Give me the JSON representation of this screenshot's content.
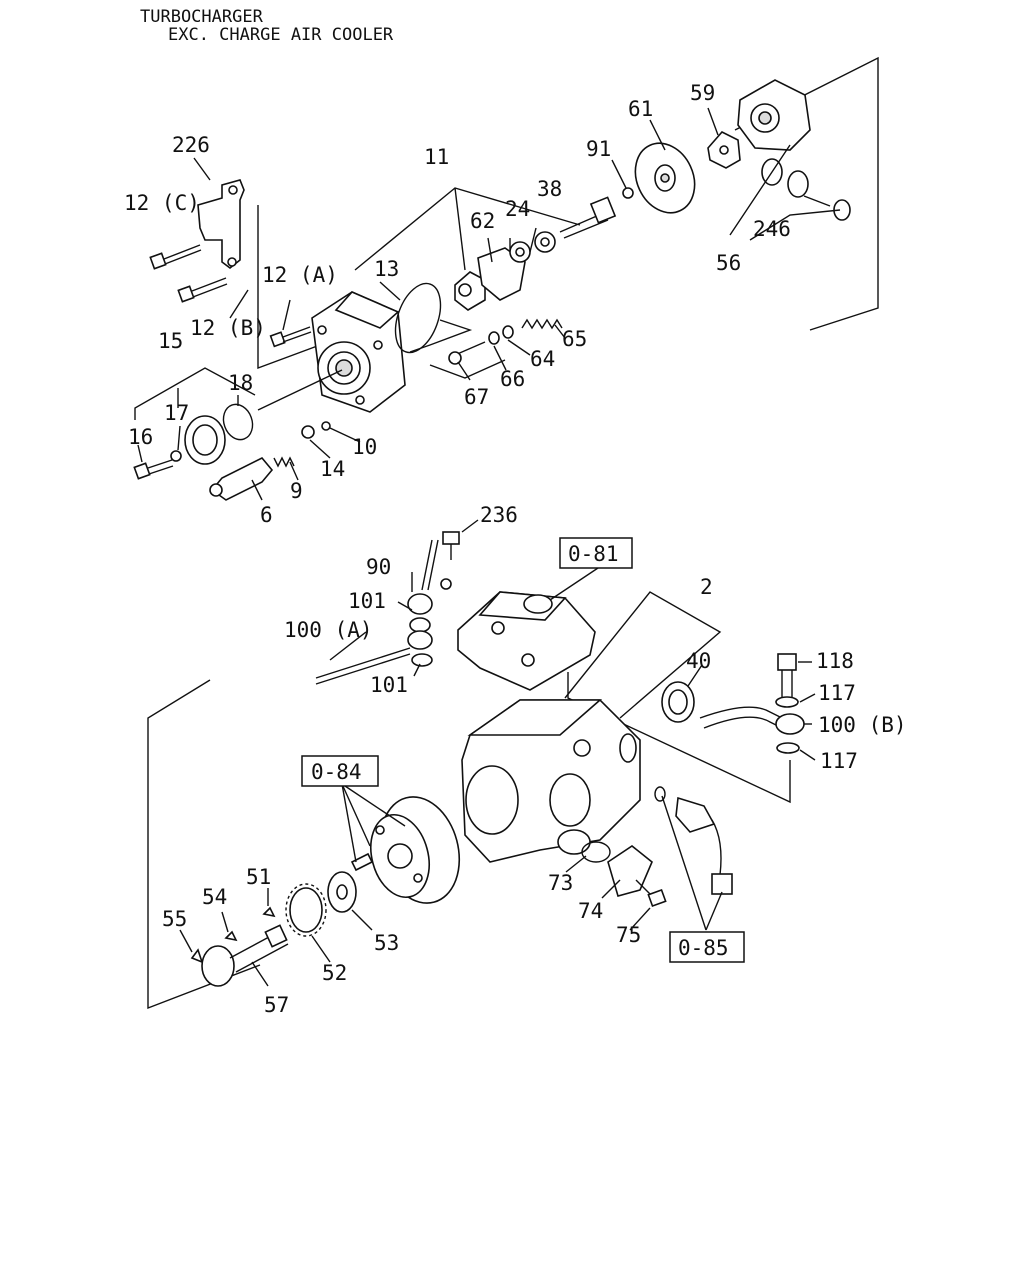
{
  "title": {
    "line1": "TURBOCHARGER",
    "line2": "EXC. CHARGE AIR COOLER"
  },
  "callouts": {
    "c226": "226",
    "c11": "11",
    "c91": "91",
    "c61": "61",
    "c59": "59",
    "c12c": "12 (C)",
    "c62": "62",
    "c24": "24",
    "c38": "38",
    "c246": "246",
    "c56": "56",
    "c13": "13",
    "c12a": "12 (A)",
    "c12b": "12 (B)",
    "c15": "15",
    "c18": "18",
    "c17": "17",
    "c65": "65",
    "c64": "64",
    "c66": "66",
    "c67": "67",
    "c16": "16",
    "c10": "10",
    "c14": "14",
    "c9": "9",
    "c6": "6",
    "c236": "236",
    "c90": "90",
    "c101a": "101",
    "c101b": "101",
    "c100a": "100 (A)",
    "c2": "2",
    "c40": "40",
    "c118": "118",
    "c117a": "117",
    "c100b": "100 (B)",
    "c117b": "117",
    "c51": "51",
    "c54": "54",
    "c55": "55",
    "c52": "52",
    "c53": "53",
    "c57": "57",
    "c73": "73",
    "c74": "74",
    "c75": "75"
  },
  "references": {
    "r081": "0-81",
    "r084": "0-84",
    "r085": "0-85"
  }
}
